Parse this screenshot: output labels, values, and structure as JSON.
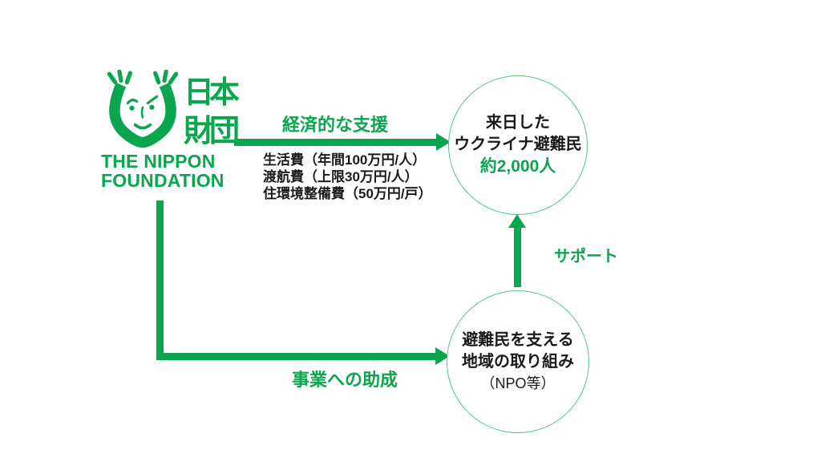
{
  "colors": {
    "green": "#0aa64e",
    "circle_border": "#55c387",
    "text_dark": "#1a1a1a"
  },
  "logo": {
    "mark_icon": "nippon-foundation-face-mark",
    "kanji_line1": "日本",
    "kanji_line2": "財団",
    "wordmark_line1": "THE NIPPON",
    "wordmark_line2": "FOUNDATION"
  },
  "flows": {
    "economic_support": {
      "label": "経済的な支援",
      "details": [
        "生活費（年間100万円/人）",
        "渡航費（上限30万円/人）",
        "住環境整備費（50万円/戸）"
      ]
    },
    "project_grant": {
      "label": "事業への助成"
    },
    "support": {
      "label": "サポート"
    }
  },
  "nodes": {
    "refugees": {
      "line1": "来日した",
      "line2": "ウクライナ避難民",
      "highlight": "約2,000人"
    },
    "community": {
      "line1": "避難民を支える",
      "line2": "地域の取り組み",
      "line3": "（NPO等）"
    }
  }
}
